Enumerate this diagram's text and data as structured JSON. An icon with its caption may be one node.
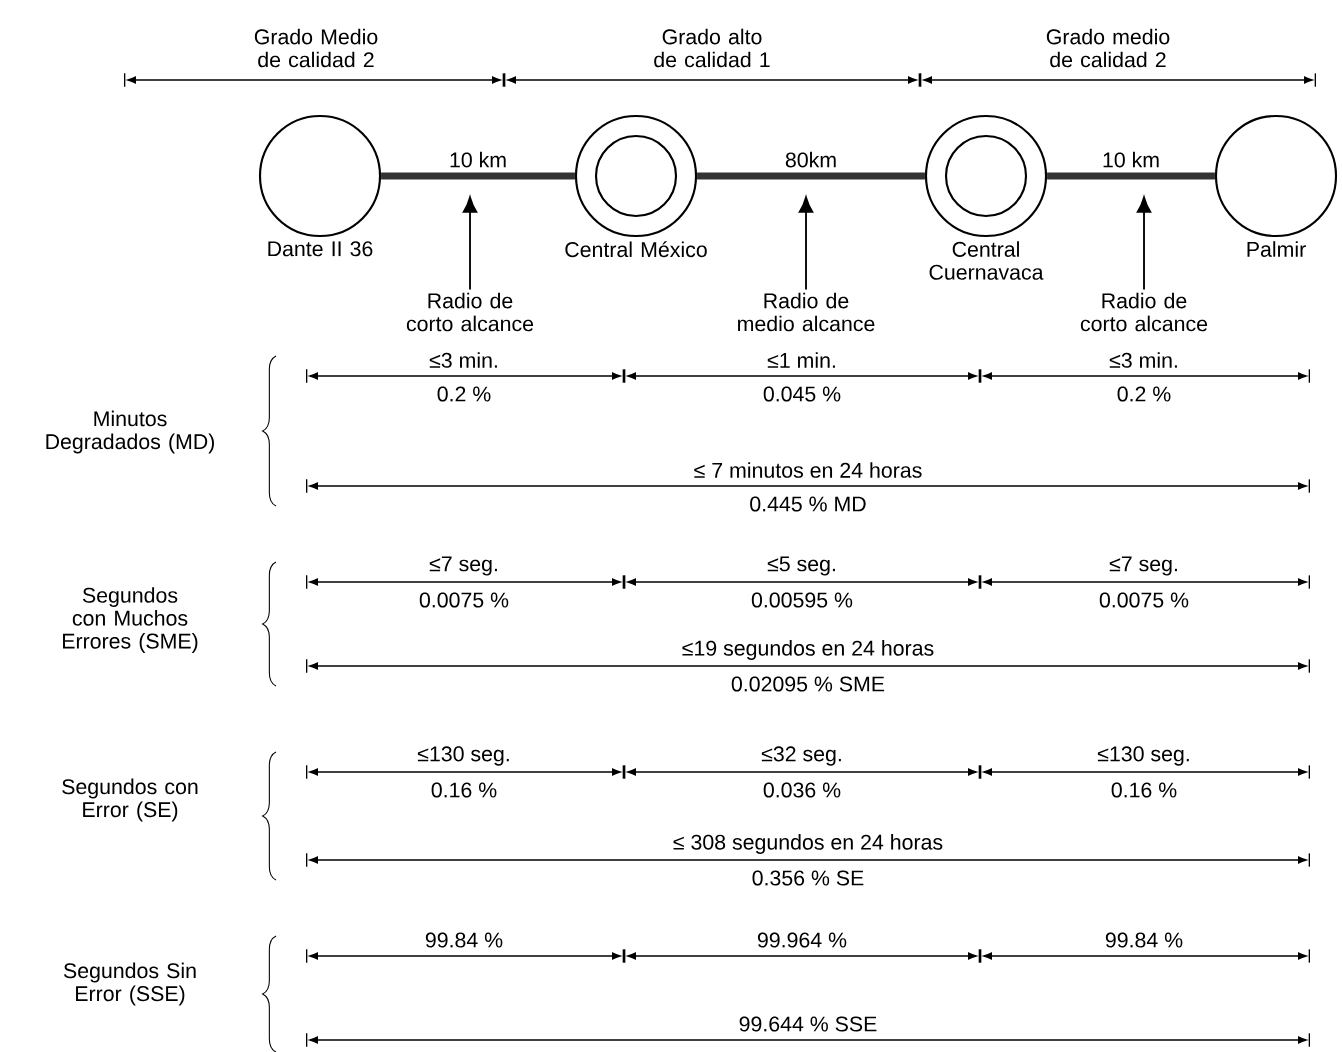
{
  "diagram": {
    "nodes": [
      {
        "text": [
          "Dante II 36"
        ]
      },
      {
        "text": [
          "Central México"
        ]
      },
      {
        "text": [
          "Central Cuernavaca"
        ]
      },
      {
        "text": [
          "Palmir"
        ]
      },
      {
        "text": [
          "Radio de corto alcance"
        ]
      },
      {
        "text": [
          "Radio de medio alcance"
        ]
      },
      {
        "text": [
          "Radio de corto alcance"
        ]
      }
    ],
    "edges": [
      {
        "from": 0,
        "to": 1,
        "arrow": "none",
        "label": "10 km",
        "style": "thick"
      },
      {
        "from": 1,
        "to": 2,
        "arrow": "none",
        "label": "80km",
        "style": "thick"
      },
      {
        "from": 2,
        "to": 3,
        "arrow": "none",
        "label": "10 km",
        "style": "thick"
      },
      {
        "from": 4,
        "to": null,
        "arrow": "to"
      },
      {
        "from": 5,
        "to": null,
        "arrow": "to"
      },
      {
        "from": 6,
        "to": null,
        "arrow": "to"
      }
    ],
    "labels": [
      "Grado Medio de calidad 2",
      "Grado alto de calidad 1",
      "Grado medio de calidad 2",
      "Minutos Degradados (MD)",
      "≤3 min.",
      "≤1 min.",
      "≤3 min.",
      "0.2 %",
      "0.045 %",
      "0.2 %",
      "≤ 7 minutos en 24 horas",
      "0.445 % MD",
      "Segundos con Muchos Errores (SME)",
      "≤7 seg.",
      "≤5 seg.",
      "≤7 seg.",
      "0.0075 %",
      "0.00595 %",
      "0.0075 %",
      "≤19 segundos en 24 horas",
      "0.02095 % SME",
      "Segundos con Error (SE)",
      "≤130 seg.",
      "≤32 seg.",
      "≤130 seg.",
      "0.16 %",
      "0.036 %",
      "0.16 %",
      "≤ 308 segundos en 24 horas",
      "0.356 % SE",
      "Segundos Sin Error (SSE)",
      "99.84 %",
      "99.964 %",
      "99.84 %",
      "99.644 % SSE"
    ]
  }
}
